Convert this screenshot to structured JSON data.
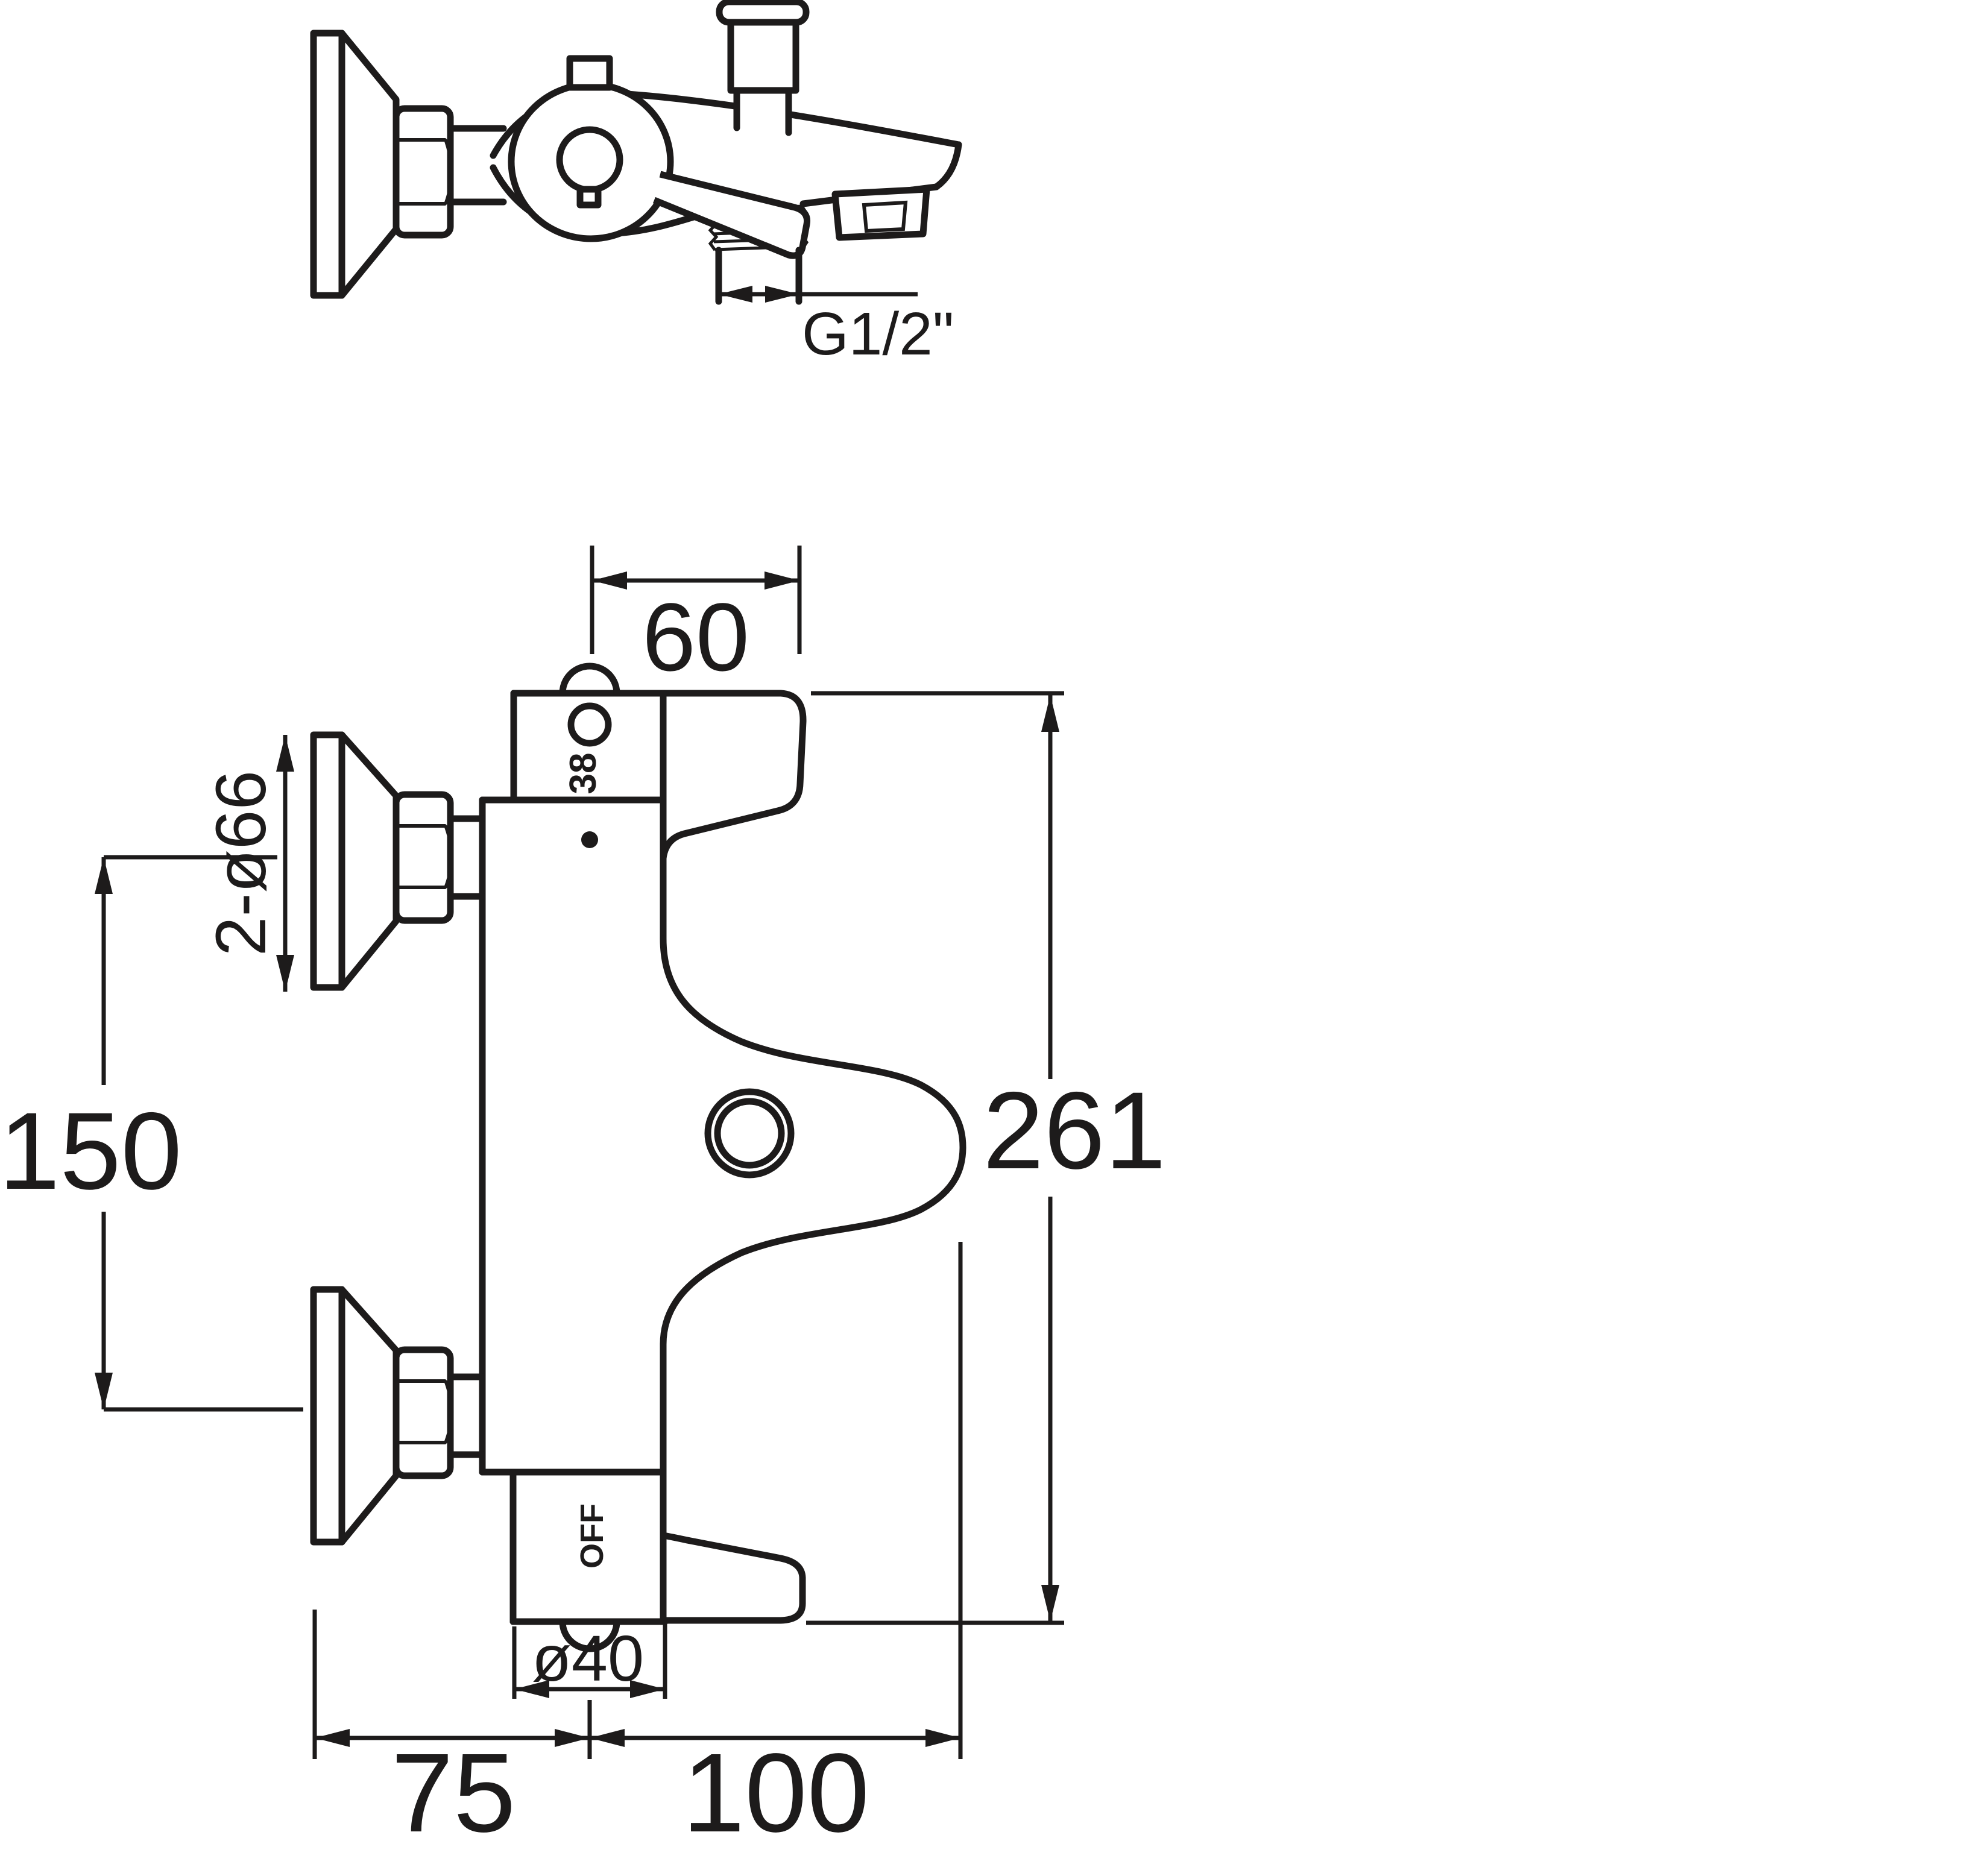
{
  "drawing": {
    "kind": "technical dimension drawing",
    "subject": "wall-mounted thermostatic bath shower mixer, side view and front view",
    "ink_color": "#1d1b1b",
    "paper_color": "#ffffff"
  },
  "labels": {
    "thread_size": "G1/2\"",
    "handle_to_lever_width": "60",
    "temperature_mark": "38",
    "escutcheon_diameter": "2-ø66",
    "inlet_spacing": "150",
    "total_height": "261",
    "handle_diameter": "ø40",
    "wall_to_center": "75",
    "center_to_spout": "100",
    "off_mark": "OFF"
  }
}
